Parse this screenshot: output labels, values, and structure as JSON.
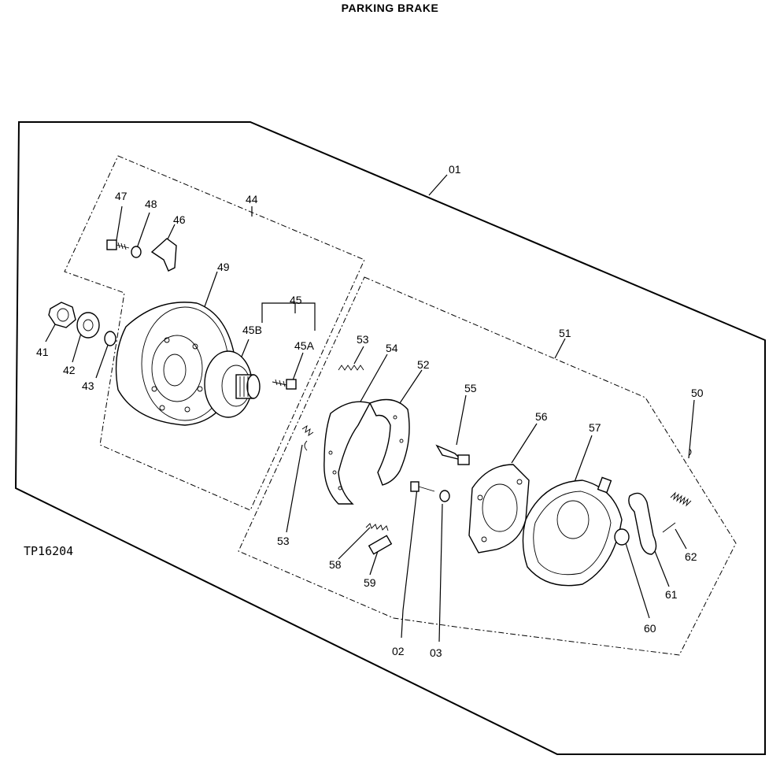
{
  "title": "PARKING BRAKE",
  "figure_id": "TP16204",
  "callouts": {
    "c01": "01",
    "c02": "02",
    "c03": "03",
    "c41": "41",
    "c42": "42",
    "c43": "43",
    "c44": "44",
    "c45": "45",
    "c45A": "45A",
    "c45B": "45B",
    "c46": "46",
    "c47": "47",
    "c48": "48",
    "c49": "49",
    "c50": "50",
    "c51": "51",
    "c52": "52",
    "c53a": "53",
    "c53b": "53",
    "c54": "54",
    "c55": "55",
    "c56": "56",
    "c57": "57",
    "c58": "58",
    "c59": "59",
    "c60": "60",
    "c61": "61",
    "c62": "62"
  }
}
